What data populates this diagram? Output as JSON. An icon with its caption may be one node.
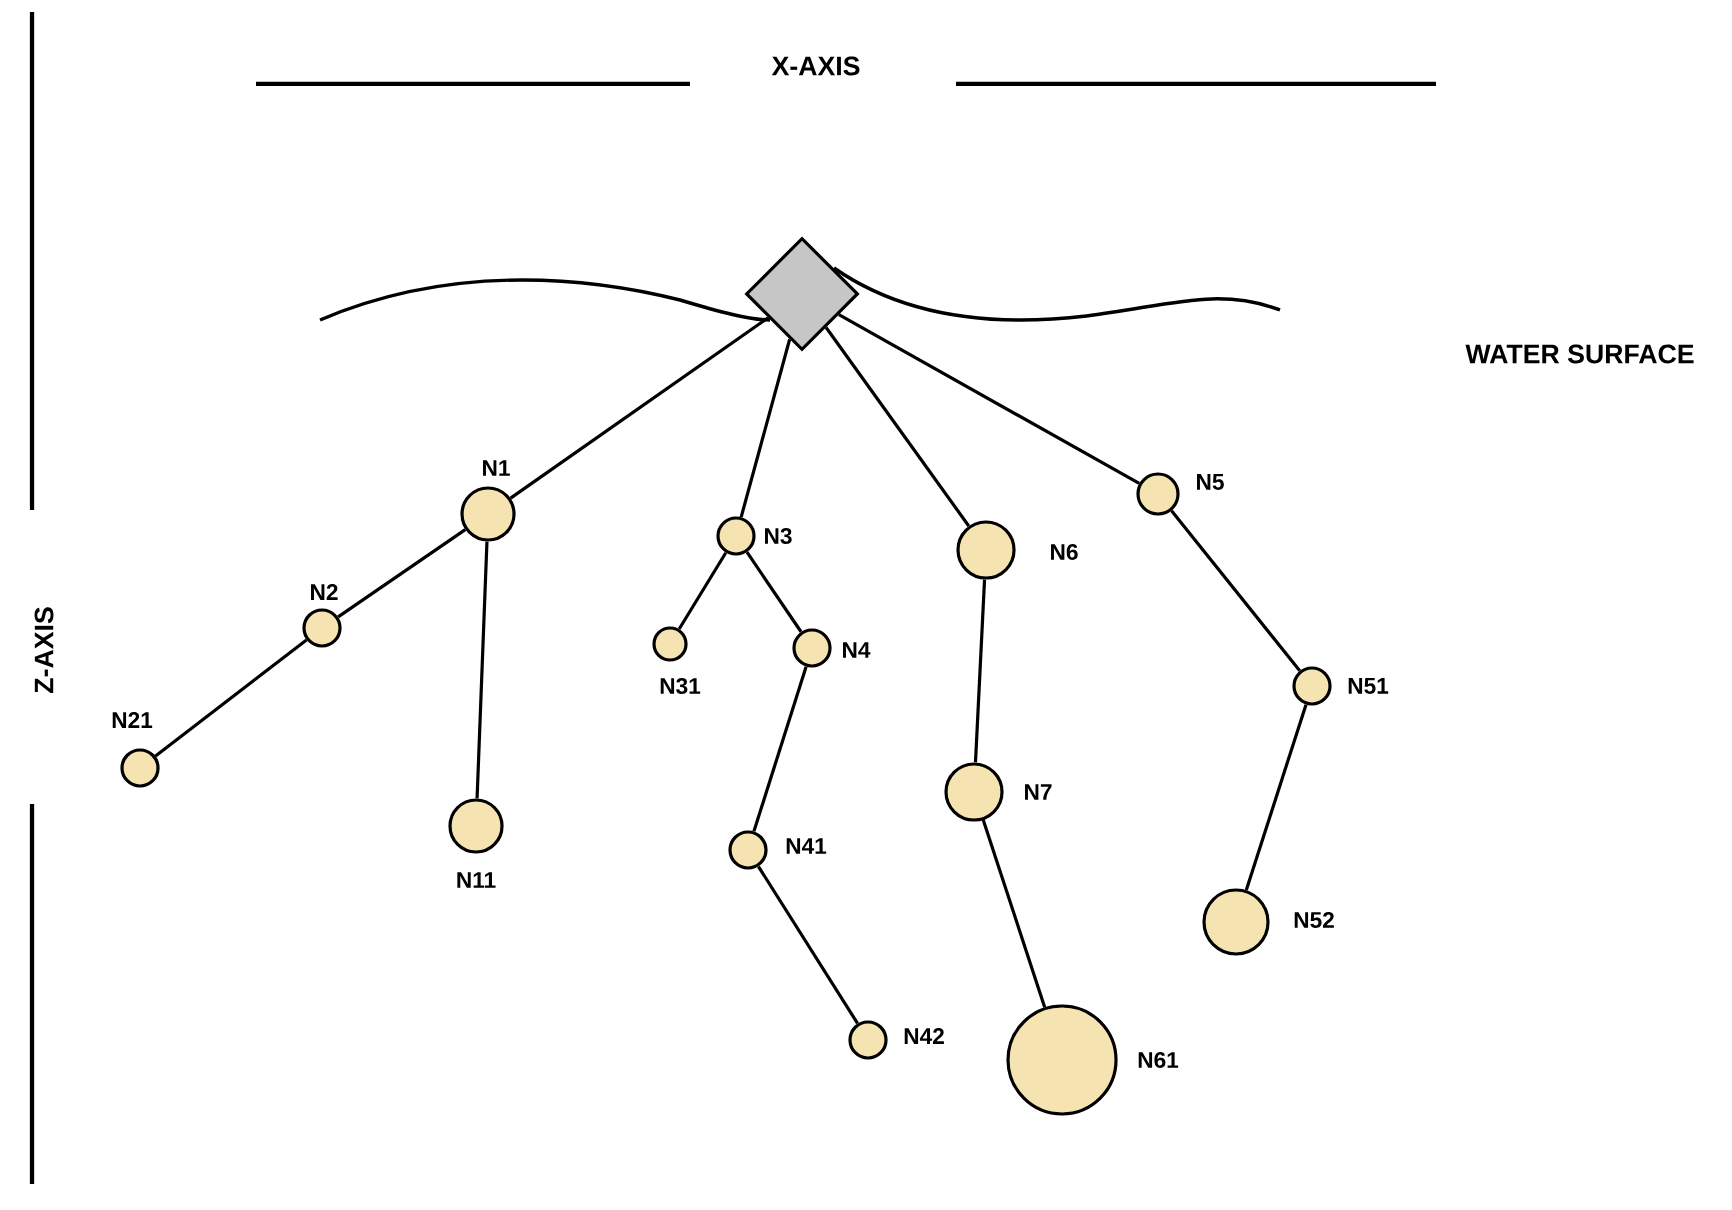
{
  "diagram": {
    "nodes": [
      {
        "text": [],
        "shape": "diamond"
      },
      {
        "text": [],
        "shape": "circle",
        "beside": [
          "N1"
        ]
      },
      {
        "text": [],
        "shape": "circle",
        "beside": [
          "N2"
        ]
      },
      {
        "text": [],
        "shape": "circle",
        "beside": [
          "N21"
        ]
      },
      {
        "text": [],
        "shape": "circle",
        "beside": [
          "N11"
        ]
      },
      {
        "text": [],
        "shape": "circle",
        "beside": [
          "N3"
        ]
      },
      {
        "text": [],
        "shape": "circle",
        "beside": [
          "N31"
        ]
      },
      {
        "text": [],
        "shape": "circle",
        "beside": [
          "N4"
        ]
      },
      {
        "text": [],
        "shape": "circle",
        "beside": [
          "N41"
        ]
      },
      {
        "text": [],
        "shape": "circle",
        "beside": [
          "N42"
        ]
      },
      {
        "text": [],
        "shape": "circle",
        "beside": [
          "N6"
        ]
      },
      {
        "text": [],
        "shape": "circle",
        "beside": [
          "N7"
        ]
      },
      {
        "text": [],
        "shape": "circle",
        "beside": [
          "N61"
        ]
      },
      {
        "text": [],
        "shape": "circle",
        "beside": [
          "N5"
        ]
      },
      {
        "text": [],
        "shape": "circle",
        "beside": [
          "N51"
        ]
      },
      {
        "text": [],
        "shape": "circle",
        "beside": [
          "N52"
        ]
      }
    ],
    "edges": [
      {
        "from": 0,
        "to": 1,
        "arrow": "none"
      },
      {
        "from": 1,
        "to": 2,
        "arrow": "none"
      },
      {
        "from": 2,
        "to": 3,
        "arrow": "none"
      },
      {
        "from": 1,
        "to": 4,
        "arrow": "none"
      },
      {
        "from": 0,
        "to": 5,
        "arrow": "none"
      },
      {
        "from": 5,
        "to": 6,
        "arrow": "none"
      },
      {
        "from": 5,
        "to": 7,
        "arrow": "none"
      },
      {
        "from": 7,
        "to": 8,
        "arrow": "none"
      },
      {
        "from": 8,
        "to": 9,
        "arrow": "none"
      },
      {
        "from": 0,
        "to": 10,
        "arrow": "none"
      },
      {
        "from": 10,
        "to": 11,
        "arrow": "none"
      },
      {
        "from": 11,
        "to": 12,
        "arrow": "none"
      },
      {
        "from": 0,
        "to": 13,
        "arrow": "none"
      },
      {
        "from": 13,
        "to": 14,
        "arrow": "none"
      },
      {
        "from": 14,
        "to": 15,
        "arrow": "none"
      }
    ],
    "labels": [
      "X-AXIS",
      "WATER SURFACE",
      "Z-AXIS"
    ]
  }
}
